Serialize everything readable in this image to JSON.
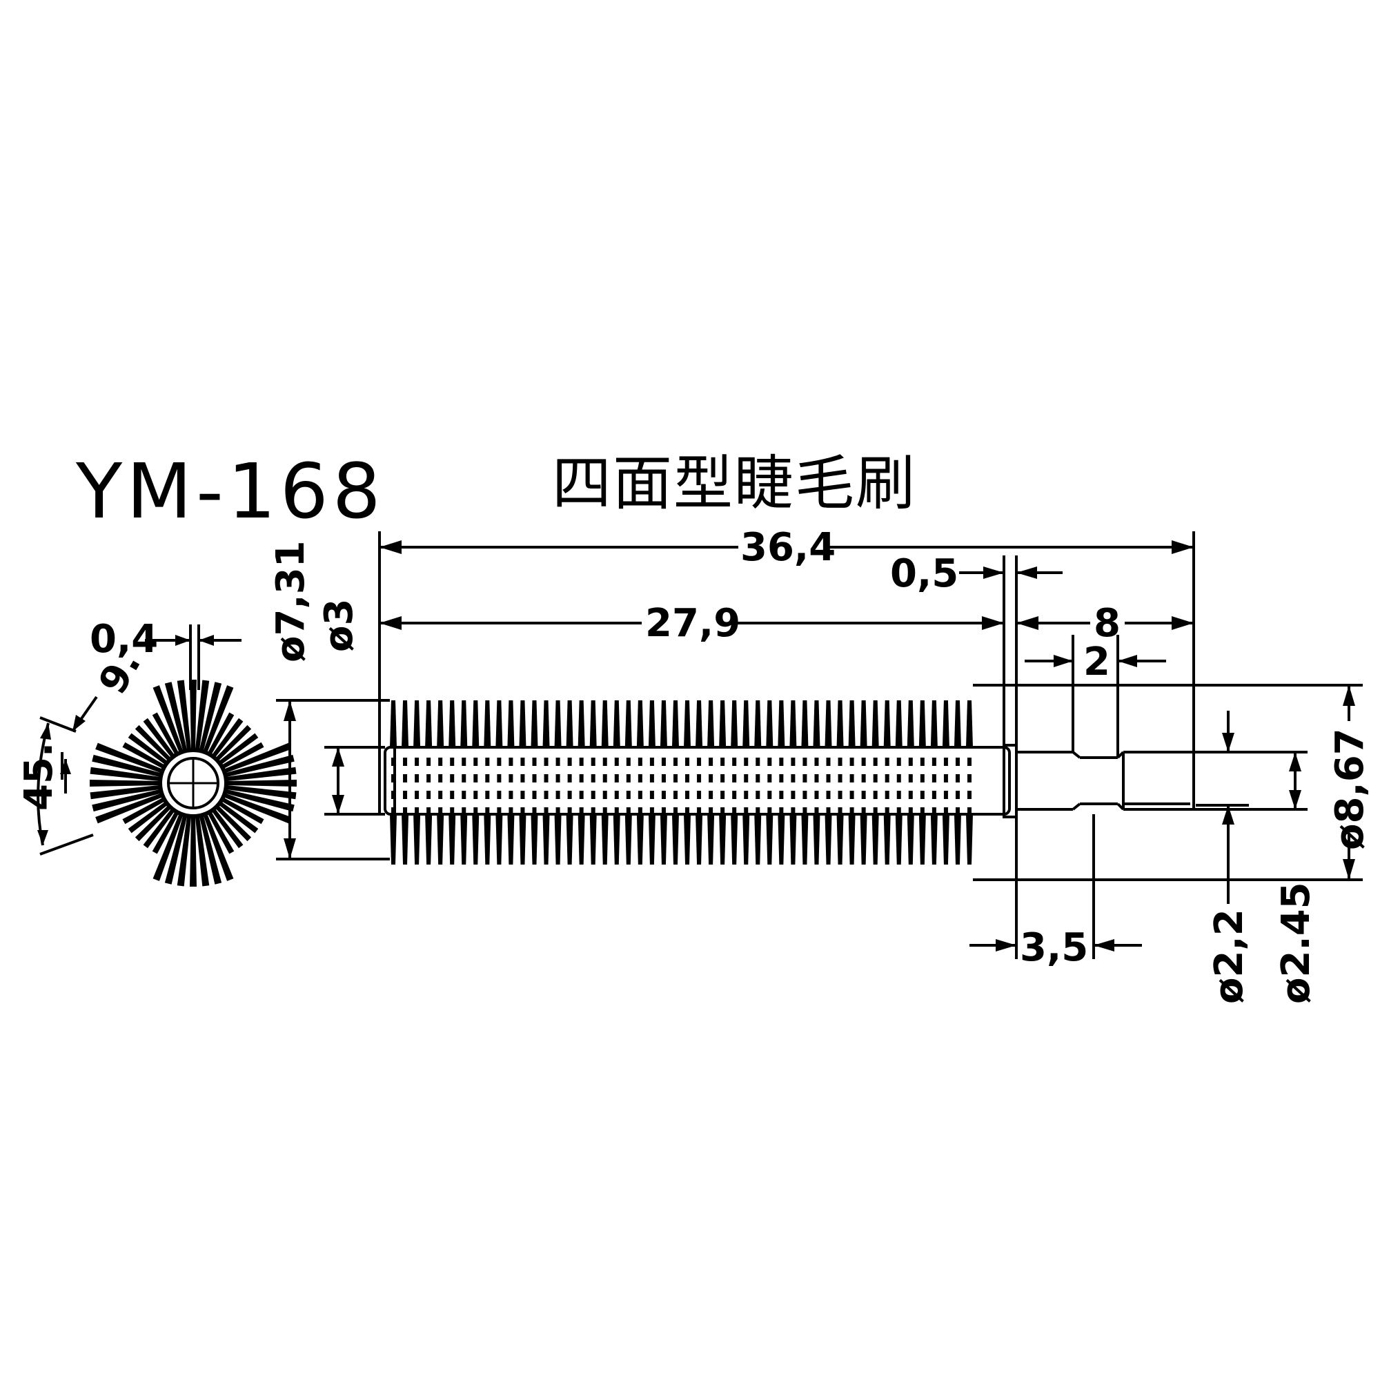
{
  "title": "YM-168",
  "subtitle": "四面型睫毛刷",
  "dimensions": {
    "overall_length": "36,4",
    "brush_length": "27,9",
    "collar_width": "0,5",
    "handle_length": "8",
    "groove_width": "2",
    "neck_length": "3,5",
    "bristle_diameter": "ø7,31",
    "core_diameter": "ø3",
    "handle_outer_diameter": "ø8,67",
    "pin_diameter": "ø2,2",
    "pin_outer_diameter": "ø2.45",
    "bristle_width": "0,4",
    "bristle_spacing": "9.",
    "bristle_angle": "45."
  }
}
